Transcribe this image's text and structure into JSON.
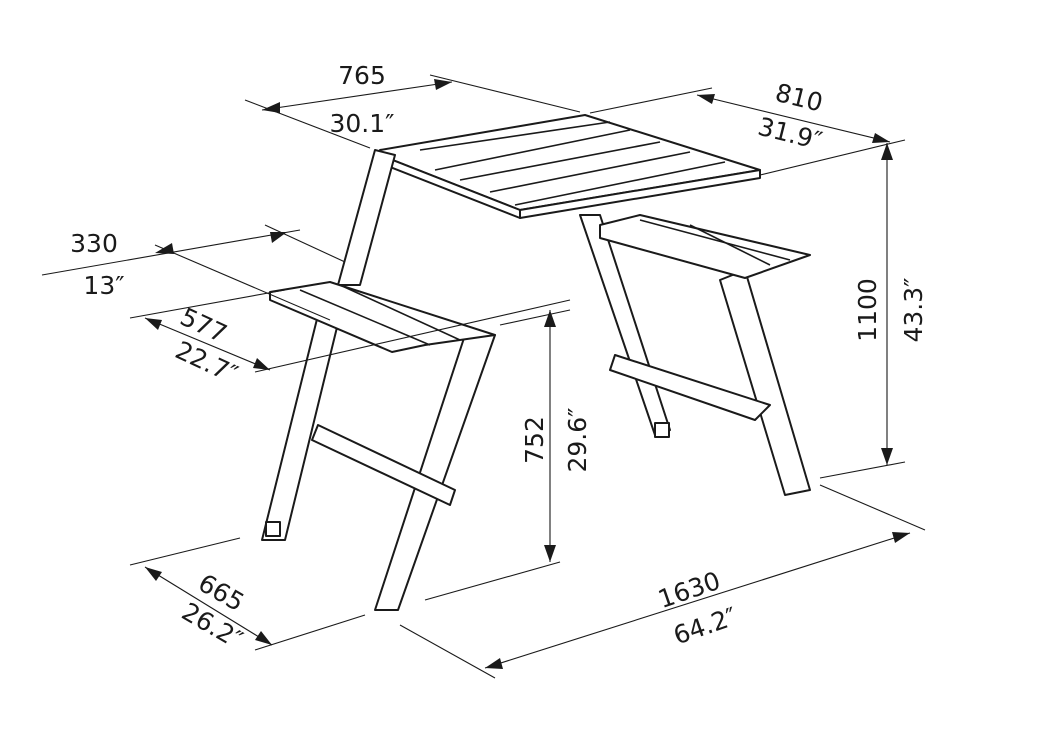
{
  "dimensions": {
    "table_width": {
      "mm": "765",
      "inch": "30.1″"
    },
    "table_depth": {
      "mm": "810",
      "inch": "31.9″"
    },
    "total_height": {
      "mm": "1100",
      "inch": "43.3″"
    },
    "seat_depth": {
      "mm": "330",
      "inch": "13″"
    },
    "seat_width": {
      "mm": "577",
      "inch": "22.7″"
    },
    "seat_height": {
      "mm": "752",
      "inch": "29.6″"
    },
    "frame_width": {
      "mm": "665",
      "inch": "26.2″"
    },
    "total_length": {
      "mm": "1630",
      "inch": "64.2″"
    }
  }
}
